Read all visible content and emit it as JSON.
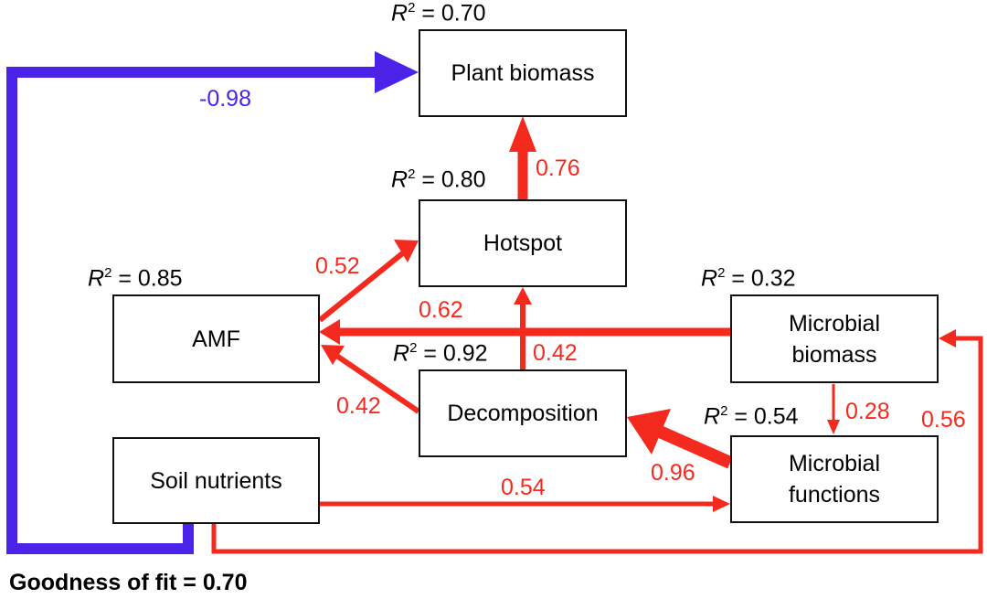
{
  "colors": {
    "positive": "#f42a1e",
    "negative": "#4a22e8",
    "box_border": "#111111"
  },
  "nodes": {
    "plant_biomass": {
      "label": "Plant biomass",
      "r2_value": "0.70"
    },
    "hotspot": {
      "label": "Hotspot",
      "r2_value": "0.80"
    },
    "amf": {
      "label": "AMF",
      "r2_value": "0.85"
    },
    "decomposition": {
      "label": "Decomposition",
      "r2_value": "0.92"
    },
    "microbial_biomass": {
      "label_line1": "Microbial",
      "label_line2": "biomass",
      "r2_value": "0.32"
    },
    "microbial_functions": {
      "label_line1": "Microbial",
      "label_line2": "functions",
      "r2_value": "0.54"
    },
    "soil_nutrients": {
      "label": "Soil nutrients"
    }
  },
  "r2_label": {
    "letter": "R",
    "exponent": "2",
    "equals": " = "
  },
  "paths": [
    {
      "from": "Soil nutrients",
      "to": "Plant biomass",
      "coefficient": "-0.98",
      "sign": "negative"
    },
    {
      "from": "Hotspot",
      "to": "Plant biomass",
      "coefficient": "0.76",
      "sign": "positive"
    },
    {
      "from": "AMF",
      "to": "Hotspot",
      "coefficient": "0.52",
      "sign": "positive"
    },
    {
      "from": "Microbial biomass",
      "to": "AMF",
      "coefficient": "0.62",
      "sign": "positive"
    },
    {
      "from": "Decomposition",
      "to": "Hotspot",
      "coefficient": "0.42",
      "sign": "positive"
    },
    {
      "from": "Decomposition",
      "to": "AMF",
      "coefficient": "0.42",
      "sign": "positive"
    },
    {
      "from": "Microbial biomass",
      "to": "Microbial functions",
      "coefficient": "0.28",
      "sign": "positive"
    },
    {
      "from": "Soil nutrients",
      "to": "Microbial biomass",
      "coefficient": "0.56",
      "sign": "positive"
    },
    {
      "from": "Microbial functions",
      "to": "Decomposition",
      "coefficient": "0.96",
      "sign": "positive"
    },
    {
      "from": "Soil nutrients",
      "to": "Microbial functions",
      "coefficient": "0.54",
      "sign": "positive"
    }
  ],
  "footer": {
    "goodness_of_fit": "Goodness of fit = 0.70"
  }
}
